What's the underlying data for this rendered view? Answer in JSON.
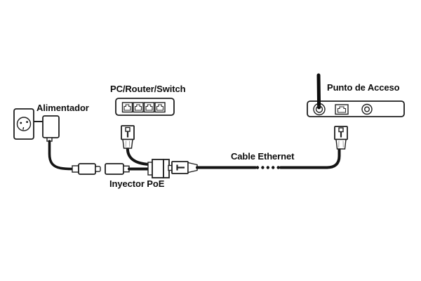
{
  "diagram": {
    "background_color": "#ffffff",
    "line_color": "#1f1f1f",
    "labels": {
      "power_adapter": "Alimentador",
      "switch": "PC/Router/Switch",
      "access_point": "Punto de Acceso",
      "injector": "Inyector PoE",
      "ethernet_cable": "Cable Ethernet"
    },
    "components": [
      {
        "name": "wall-outlet"
      },
      {
        "name": "power-adapter"
      },
      {
        "name": "dc-barrel-plug"
      },
      {
        "name": "dc-jack-pigtail"
      },
      {
        "name": "poe-injector"
      },
      {
        "name": "ethernet-switch",
        "port_count": 4
      },
      {
        "name": "rj45-plug-under-switch"
      },
      {
        "name": "rj45-plug-on-cable"
      },
      {
        "name": "rj45-plug-under-access-point"
      },
      {
        "name": "ethernet-cable",
        "style": "solid-with-dotted-break"
      },
      {
        "name": "access-point",
        "features": [
          "antenna",
          "ethernet-port",
          "power-jack"
        ]
      }
    ]
  }
}
